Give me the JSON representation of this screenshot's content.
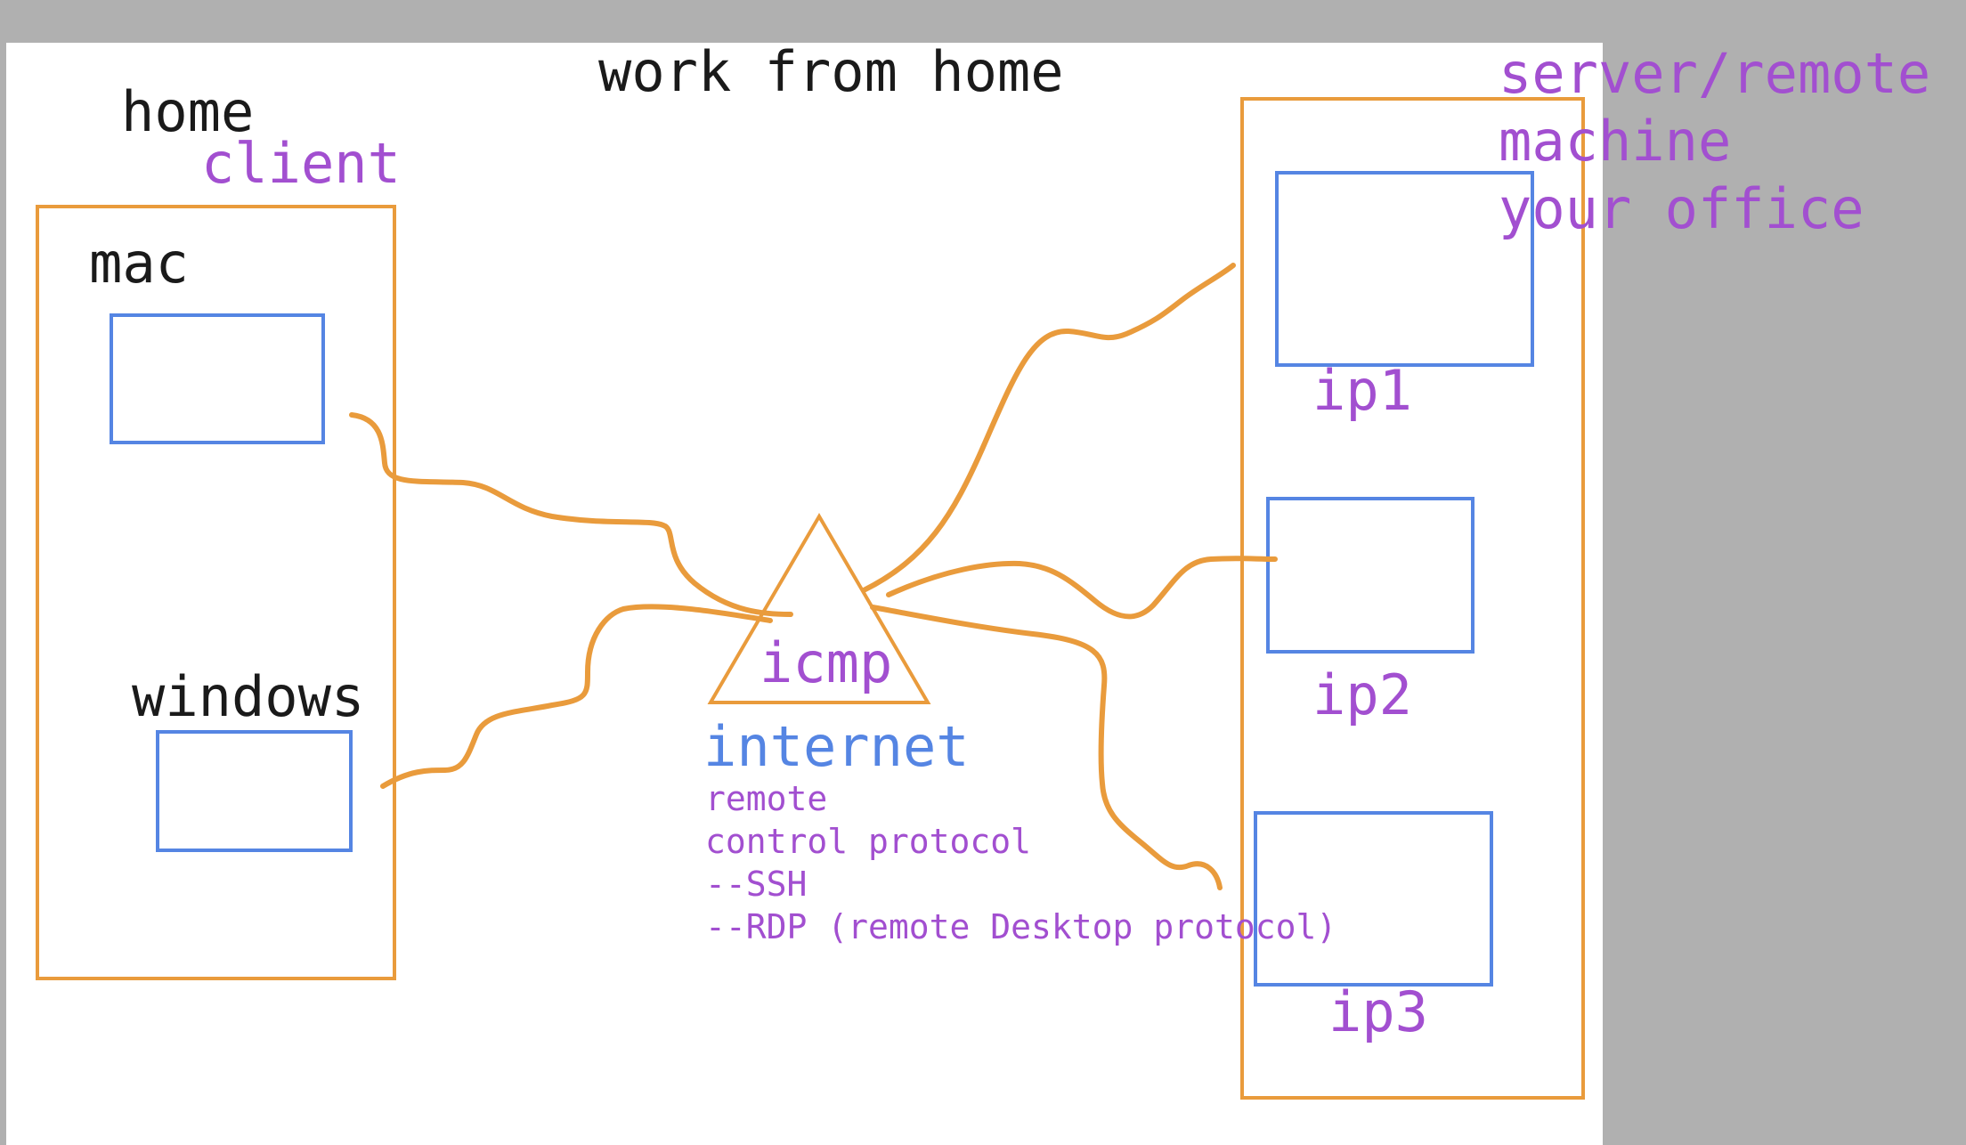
{
  "title": "work from home",
  "client_side": {
    "heading": "home",
    "role": "client",
    "machines": [
      {
        "label": "mac"
      },
      {
        "label": "windows"
      }
    ]
  },
  "internet": {
    "center_label": "icmp",
    "label": "internet",
    "notes": [
      "remote",
      "control protocol",
      "--SSH",
      "--RDP (remote Desktop protocol)"
    ]
  },
  "server_side": {
    "heading_lines": [
      "server/remote",
      "machine",
      "your office"
    ],
    "machines": [
      {
        "label": "ip1"
      },
      {
        "label": "ip2"
      },
      {
        "label": "ip3"
      }
    ]
  },
  "colors": {
    "orange": "#e99b3c",
    "blue": "#5585e3",
    "purple": "#a24fd0",
    "black": "#1a1a1a",
    "background": "#b0b0b0"
  }
}
